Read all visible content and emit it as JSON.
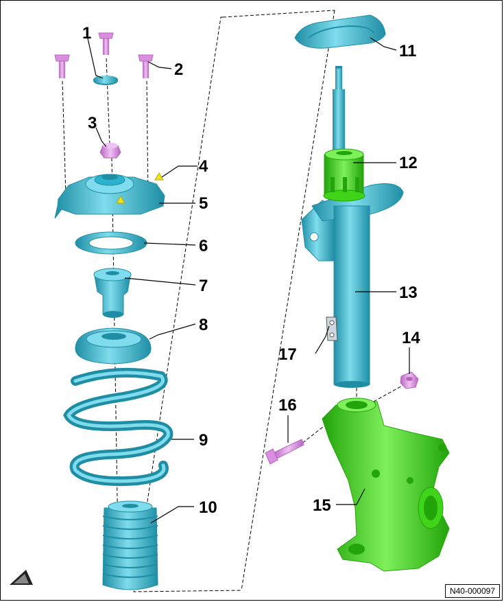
{
  "figure_id": "N40-000097",
  "part_numbers": [
    "1",
    "2",
    "3",
    "4",
    "5",
    "6",
    "7",
    "8",
    "9",
    "10",
    "11",
    "12",
    "13",
    "14",
    "15",
    "16",
    "17"
  ],
  "colors": {
    "cyan": "#2bb3cc",
    "cyan_dark": "#1f8ea5",
    "cyan_light": "#7fdcec",
    "green": "#3fd31a",
    "green_dark": "#23a40a",
    "pink": "#d98ee0",
    "pink_dark": "#b765bf",
    "yellow": "#f2e21a"
  },
  "icons": {
    "orientation_arrow": "north-arrow-icon"
  }
}
